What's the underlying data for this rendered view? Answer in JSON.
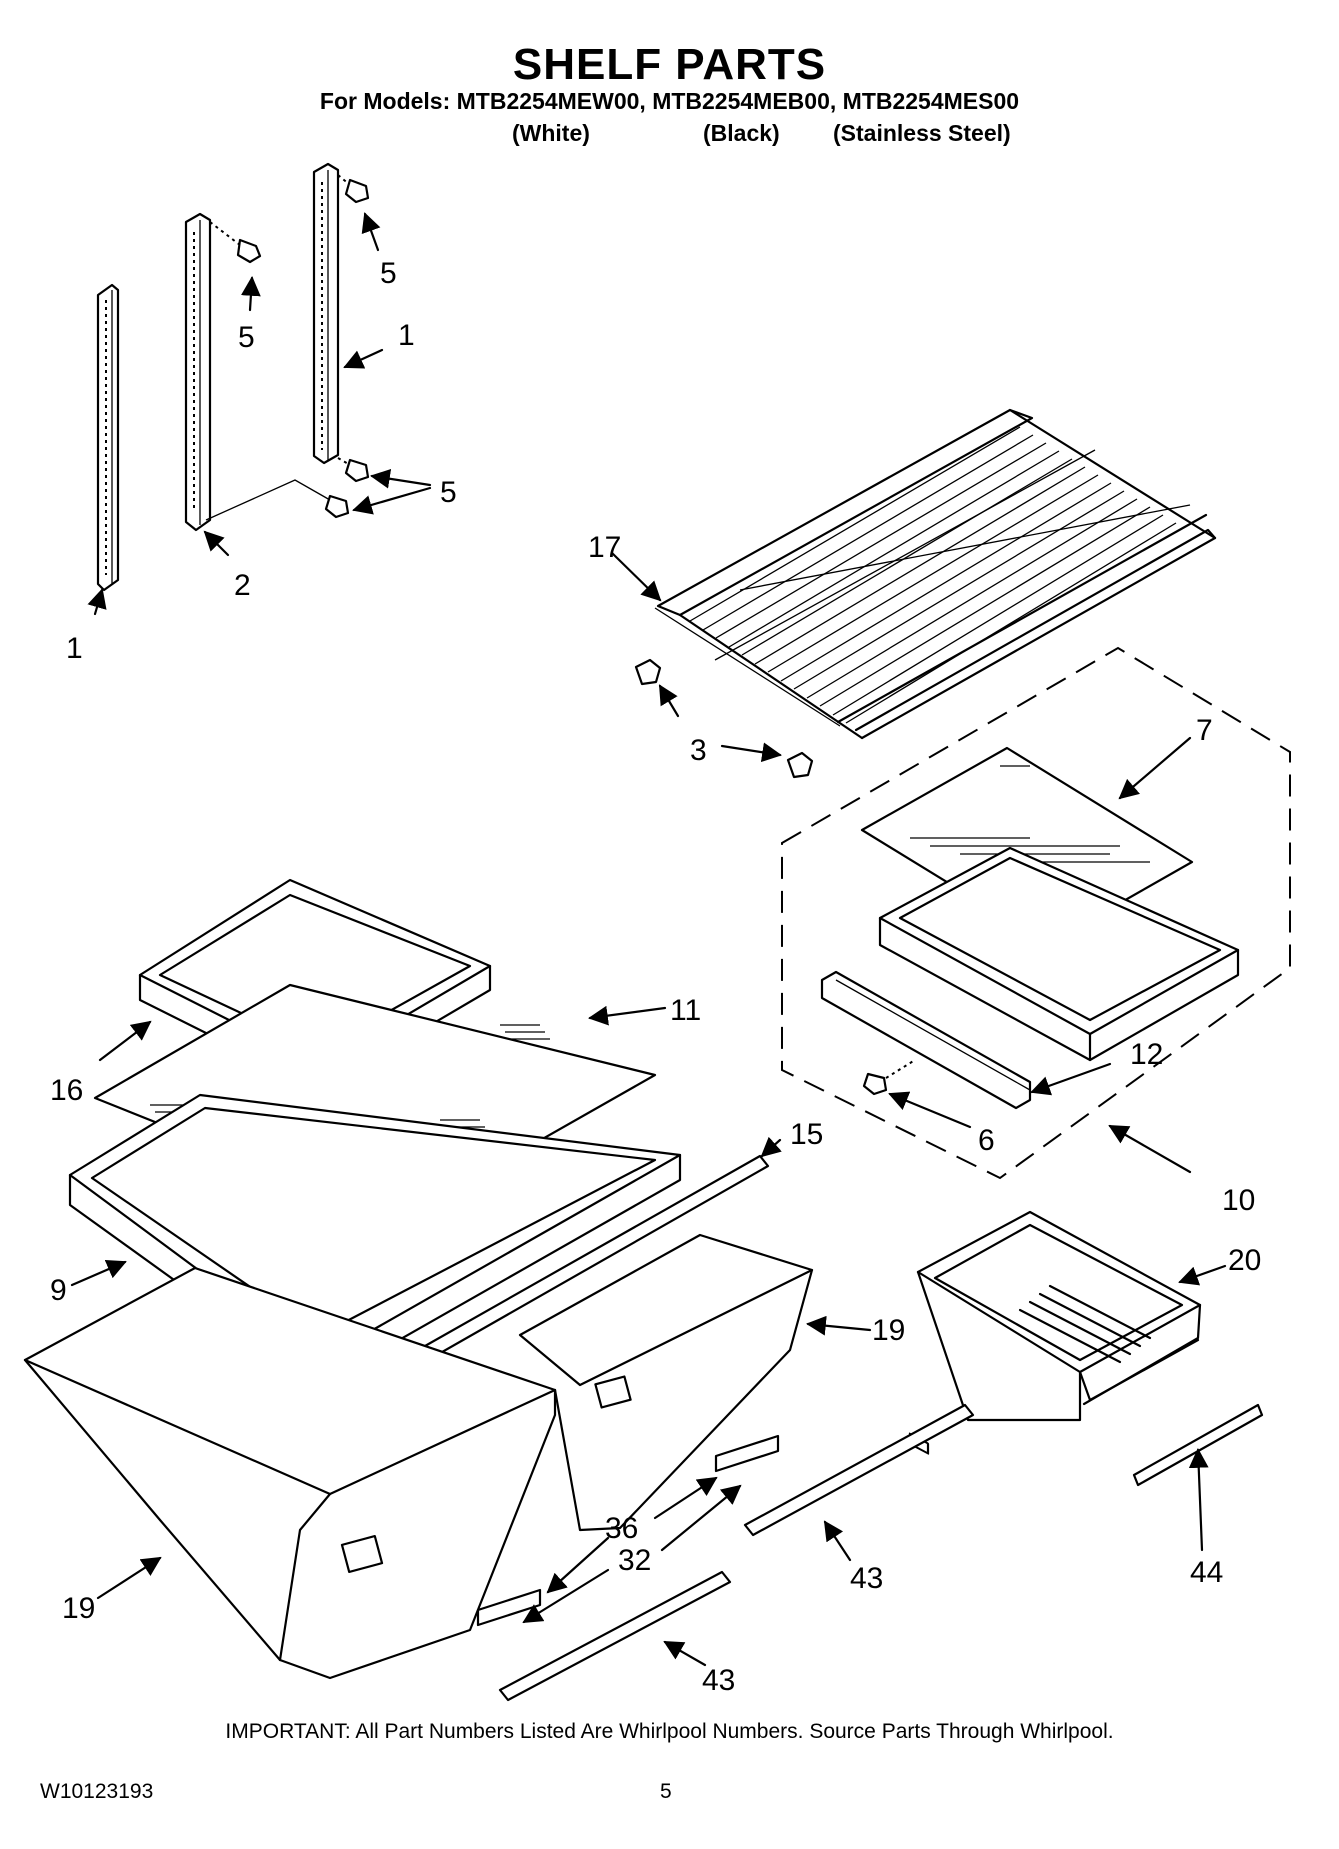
{
  "header": {
    "title": "SHELF PARTS",
    "models_line": "For Models: MTB2254MEW00, MTB2254MEB00, MTB2254MES00",
    "variants": [
      "(White)",
      "(Black)",
      "(Stainless Steel)"
    ]
  },
  "callouts": {
    "c1a": "1",
    "c1b": "1",
    "c2": "2",
    "c3": "3",
    "c5a": "5",
    "c5b": "5",
    "c5c": "5",
    "c6": "6",
    "c7": "7",
    "c9": "9",
    "c10": "10",
    "c11": "11",
    "c12": "12",
    "c15": "15",
    "c16": "16",
    "c17": "17",
    "c19a": "19",
    "c19b": "19",
    "c20": "20",
    "c32": "32",
    "c36": "36",
    "c43a": "43",
    "c43b": "43",
    "c44": "44"
  },
  "footer": {
    "note": "IMPORTANT: All Part Numbers Listed Are Whirlpool Numbers. Source Parts Through Whirlpool.",
    "doc_code": "W10123193",
    "page": "5"
  }
}
